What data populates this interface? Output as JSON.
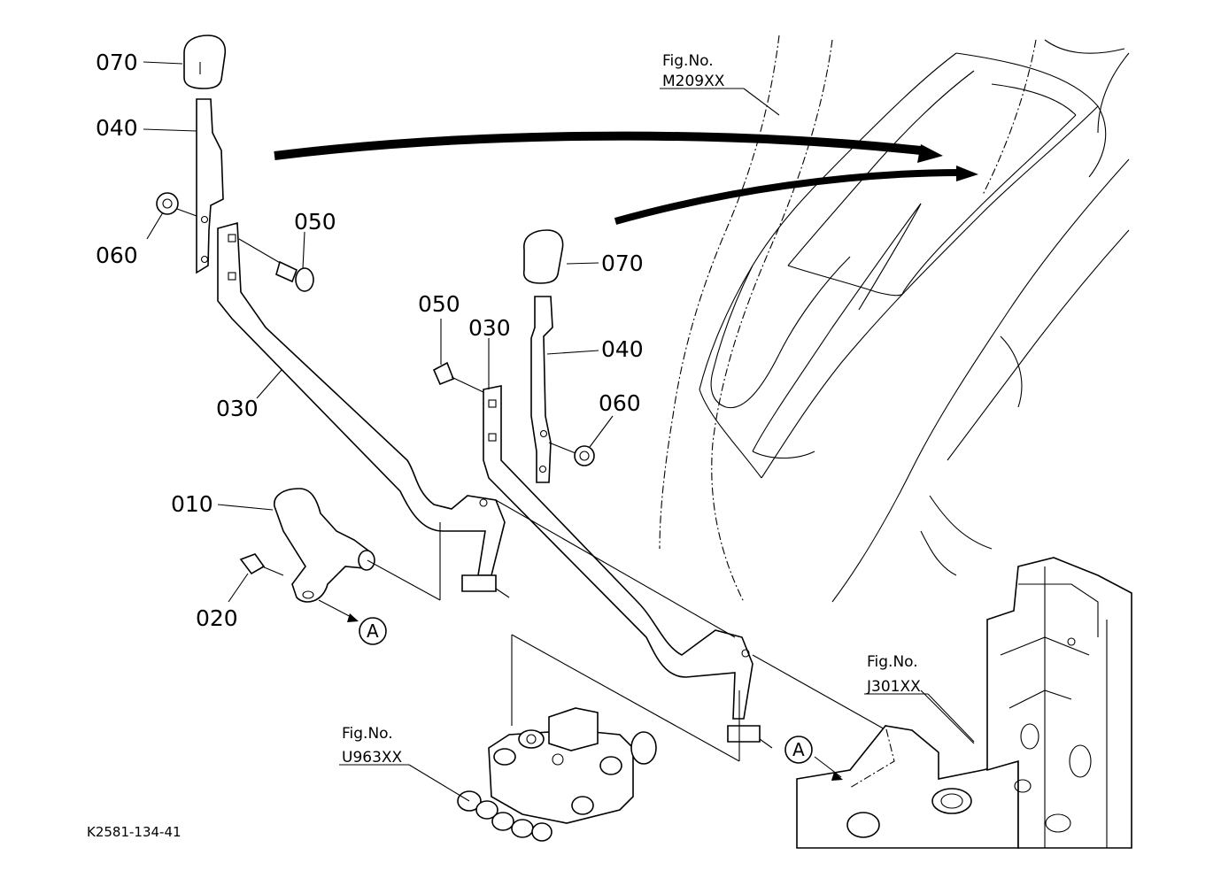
{
  "parts": {
    "p070_top": "070",
    "p040_top": "040",
    "p060_top": "060",
    "p050_top": "050",
    "p030_left": "030",
    "p070_mid": "070",
    "p050_mid": "050",
    "p030_mid": "030",
    "p040_mid": "040",
    "p060_mid": "060",
    "p010": "010",
    "p020": "020"
  },
  "refs": {
    "m209_title": "Fig.No.",
    "m209_code": "M209XX",
    "j301_title": "Fig.No.",
    "j301_code": "J301XX",
    "u963_title": "Fig.No.",
    "u963_code": "U963XX"
  },
  "markers": {
    "a_left": "A",
    "a_right": "A"
  },
  "drawing_code": "K2581-134-41"
}
